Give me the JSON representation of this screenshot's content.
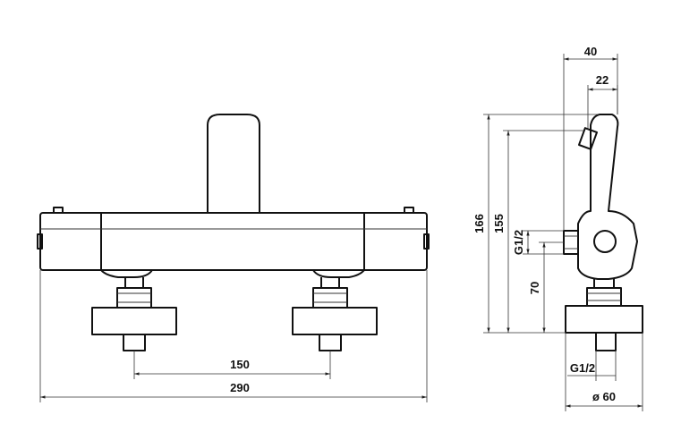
{
  "front_view": {
    "dim_inlet_spacing": "150",
    "dim_overall_width": "290"
  },
  "side_view": {
    "dim_depth": "40",
    "dim_outlet_offset": "22",
    "dim_total_height": "166",
    "dim_handle_height": "155",
    "dim_outlet_thread": "G1/2",
    "dim_outlet_height": "70",
    "dim_inlet_thread": "G1/2",
    "dim_flange_diameter": "ø 60"
  }
}
